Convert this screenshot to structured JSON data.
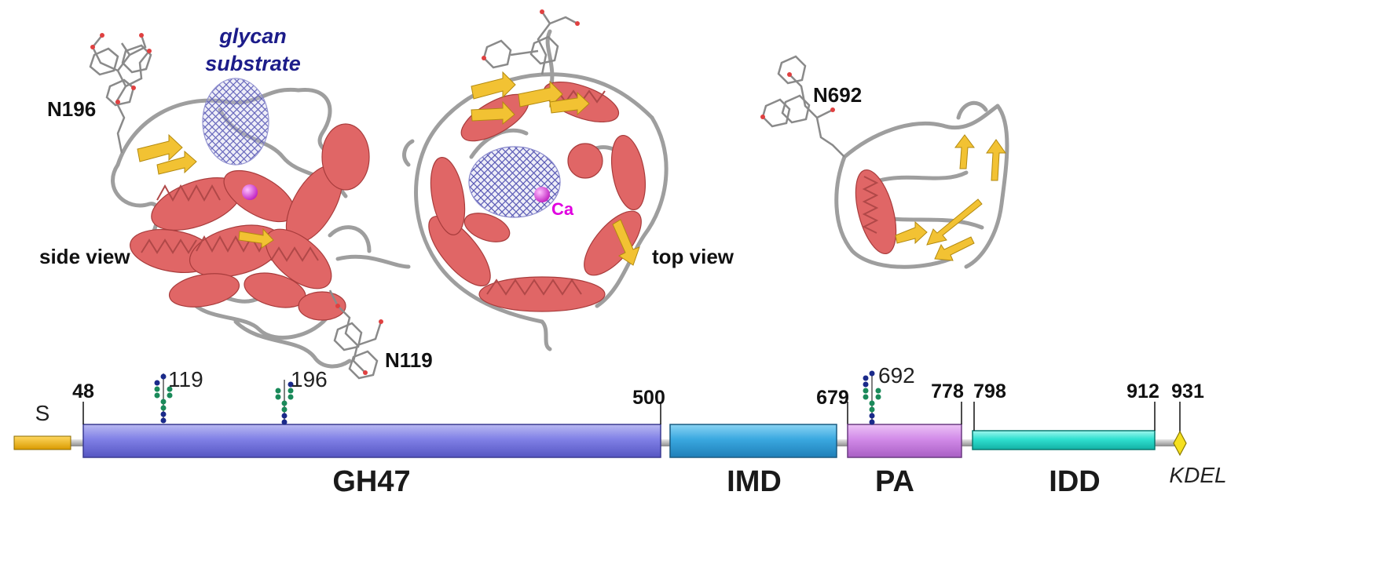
{
  "structure_labels": {
    "glycan_line1": "glycan",
    "glycan_line2": "substrate",
    "n196": "N196",
    "n119": "N119",
    "n692": "N692",
    "side_view": "side view",
    "top_view": "top view",
    "calcium": "Ca"
  },
  "colors": {
    "helix": "#e06666",
    "strand": "#f2c233",
    "coil": "#9a9a9a",
    "glycan_mesh": "#1c1c8a",
    "calcium": "#e040e0",
    "signal": "#f2b800",
    "gh47": "#7b7be0",
    "imd": "#3aa8e0",
    "pa": "#d18ae8",
    "idd": "#2fe0d0",
    "kdel": "#f5e020"
  },
  "domain_map": {
    "signal_label": "S",
    "domains": [
      {
        "name": "GH47",
        "start": "48",
        "end": "500"
      },
      {
        "name": "IMD",
        "end": "679"
      },
      {
        "name": "PA",
        "end": "778"
      },
      {
        "name": "IDD",
        "start": "798",
        "end": "912"
      }
    ],
    "c_terminus": "931",
    "motif": "KDEL",
    "glycosylation_sites": [
      "119",
      "196",
      "692"
    ]
  }
}
